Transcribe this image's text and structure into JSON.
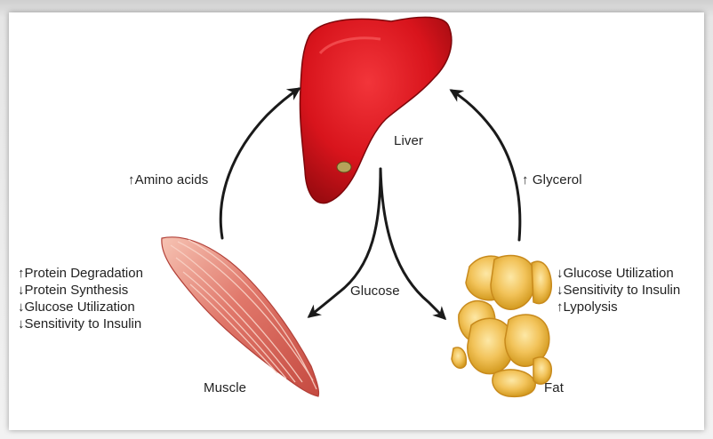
{
  "organs": {
    "liver": "Liver",
    "muscle": "Muscle",
    "fat": "Fat"
  },
  "arrows": {
    "amino_acids": "↑Amino acids",
    "glycerol": "↑ Glycerol",
    "glucose": "Glucose"
  },
  "muscle_effects": [
    "↑Protein Degradation",
    "↓Protein Synthesis",
    "↓Glucose Utilization",
    "↓Sensitivity to Insulin"
  ],
  "fat_effects": [
    "↓Glucose Utilization",
    "↓Sensitivity to Insulin",
    "↑Lypolysis"
  ],
  "colors": {
    "liver": "#d8141c",
    "liver_dark": "#8e0a0e",
    "muscle": "#e0776a",
    "muscle_light": "#f4b7a8",
    "fat": "#f2c35a",
    "fat_dark": "#d39a1f",
    "arrow": "#1a1a1a"
  }
}
